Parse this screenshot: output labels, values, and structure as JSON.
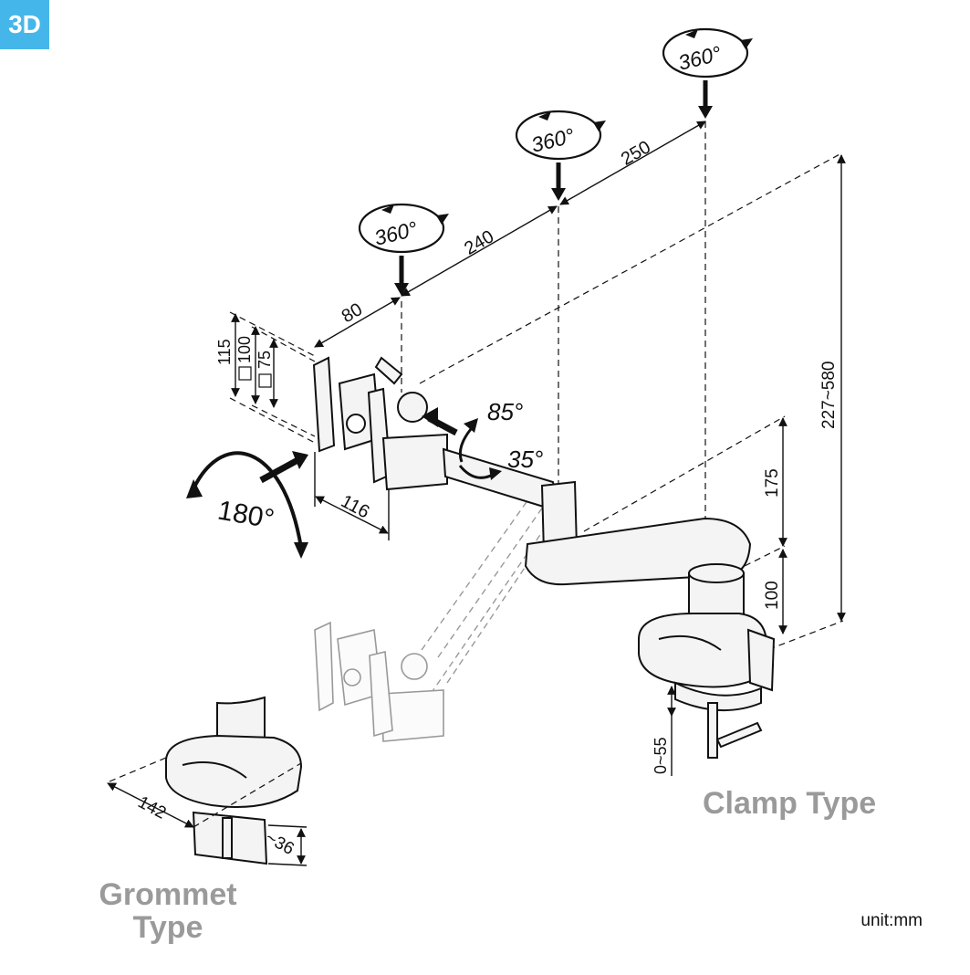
{
  "badge": {
    "label": "3D",
    "color": "#45b6ea"
  },
  "rotations": [
    {
      "id": "rot-1",
      "label": "360°"
    },
    {
      "id": "rot-2",
      "label": "360°"
    },
    {
      "id": "rot-3",
      "label": "360°"
    }
  ],
  "dimensions": {
    "arm_seg_1": "80",
    "arm_seg_2": "240",
    "arm_seg_3": "250",
    "vesa_115": "115",
    "vesa_100": "100",
    "vesa_75": "75",
    "plate_116": "116",
    "height_range": "227~580",
    "post_175": "175",
    "post_100": "100",
    "clamp_range": "0~55",
    "grommet_142": "142",
    "grommet_36": "~36"
  },
  "angles": {
    "rotate": "180°",
    "tilt_up": "85°",
    "tilt_down": "35°"
  },
  "labels": {
    "clamp_type": "Clamp Type",
    "grommet_line1": "Grommet",
    "grommet_line2": "Type",
    "unit": "unit:mm"
  }
}
